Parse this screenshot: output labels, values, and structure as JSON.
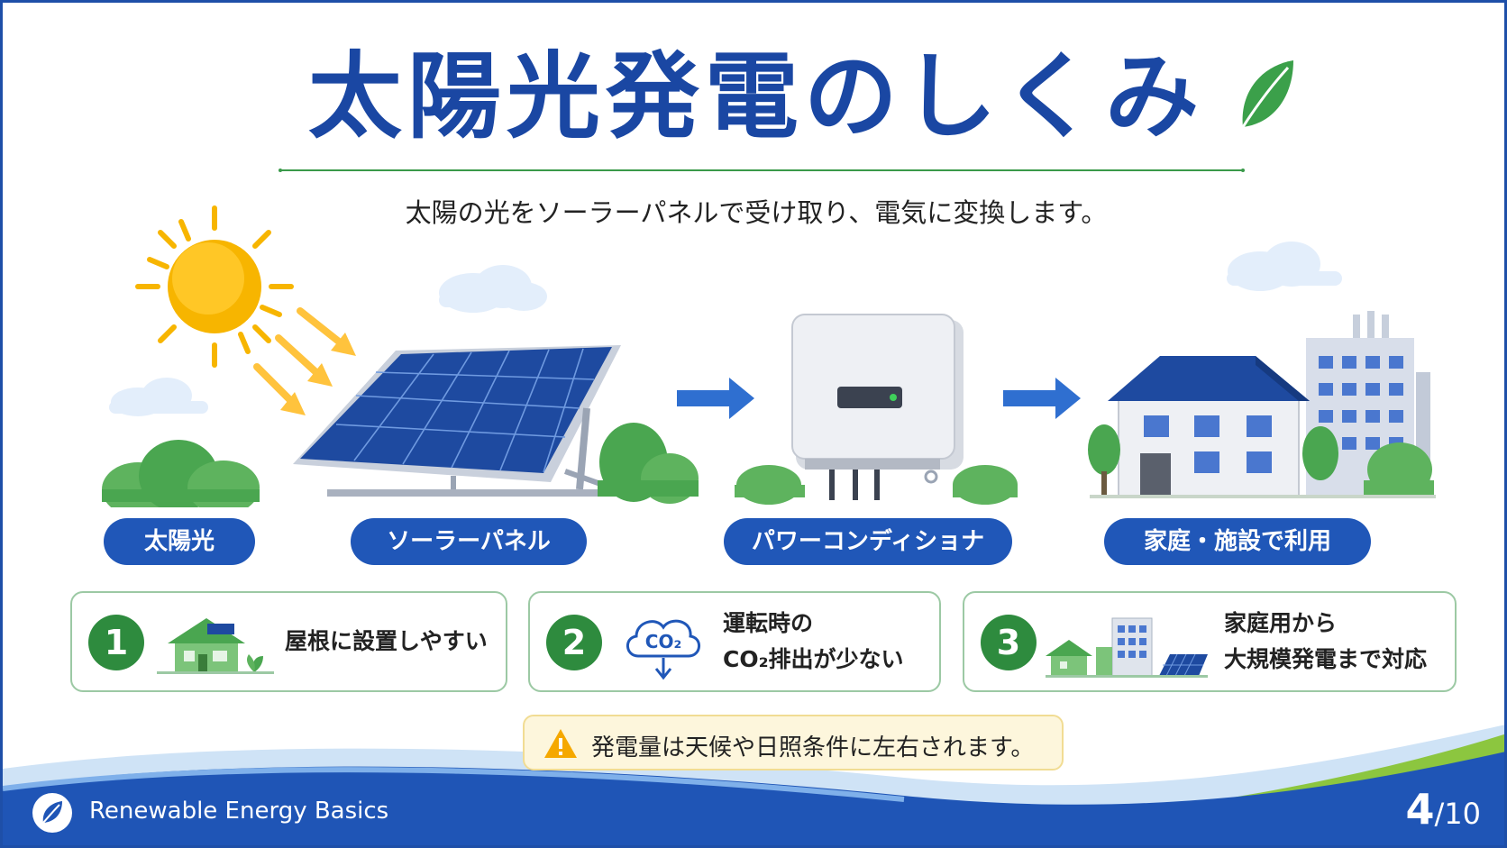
{
  "title": "太陽光発電のしくみ",
  "subtitle": "太陽の光をソーラーパネルで受け取り、電気に変換します。",
  "steps": [
    {
      "label": "太陽光"
    },
    {
      "label": "ソーラーパネル"
    },
    {
      "label": "パワーコンディショナ"
    },
    {
      "label": "家庭・施設で利用"
    }
  ],
  "features": [
    {
      "number": "1",
      "line1": "屋根に設置しやすい",
      "line2": ""
    },
    {
      "number": "2",
      "line1": "運転時の",
      "line2": "CO₂排出が少ない",
      "icon_text": "CO₂"
    },
    {
      "number": "3",
      "line1": "家庭用から",
      "line2": "大規模発電まで対応"
    }
  ],
  "note": "発電量は天候や日照条件に左右されます。",
  "footer": {
    "brand": "Renewable Energy Basics",
    "page_current": "4",
    "page_total": "/10"
  },
  "colors": {
    "primary": "#1a47a3",
    "accent_green": "#2e8b3e",
    "sun": "#f7b500",
    "note_bg": "#fdf6dc"
  }
}
